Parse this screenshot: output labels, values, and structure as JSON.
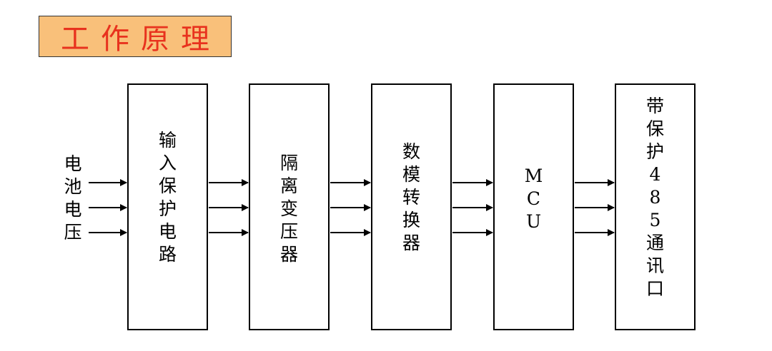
{
  "title": "工作原理",
  "input_label": "电\n池\n电\n压",
  "blocks": [
    {
      "label": "输\n入\n保\n护\n电\n路"
    },
    {
      "label": "隔\n离\n变\n压\n器"
    },
    {
      "label": "数\n模\n转\n换\n器"
    },
    {
      "label": "M\nC\nU"
    },
    {
      "label": "带\n保\n护\n4\n8\n5\n通\n讯\n口"
    }
  ],
  "colors": {
    "title_bg": "#f9c07a",
    "title_text": "#e8321e",
    "line": "#000000"
  }
}
